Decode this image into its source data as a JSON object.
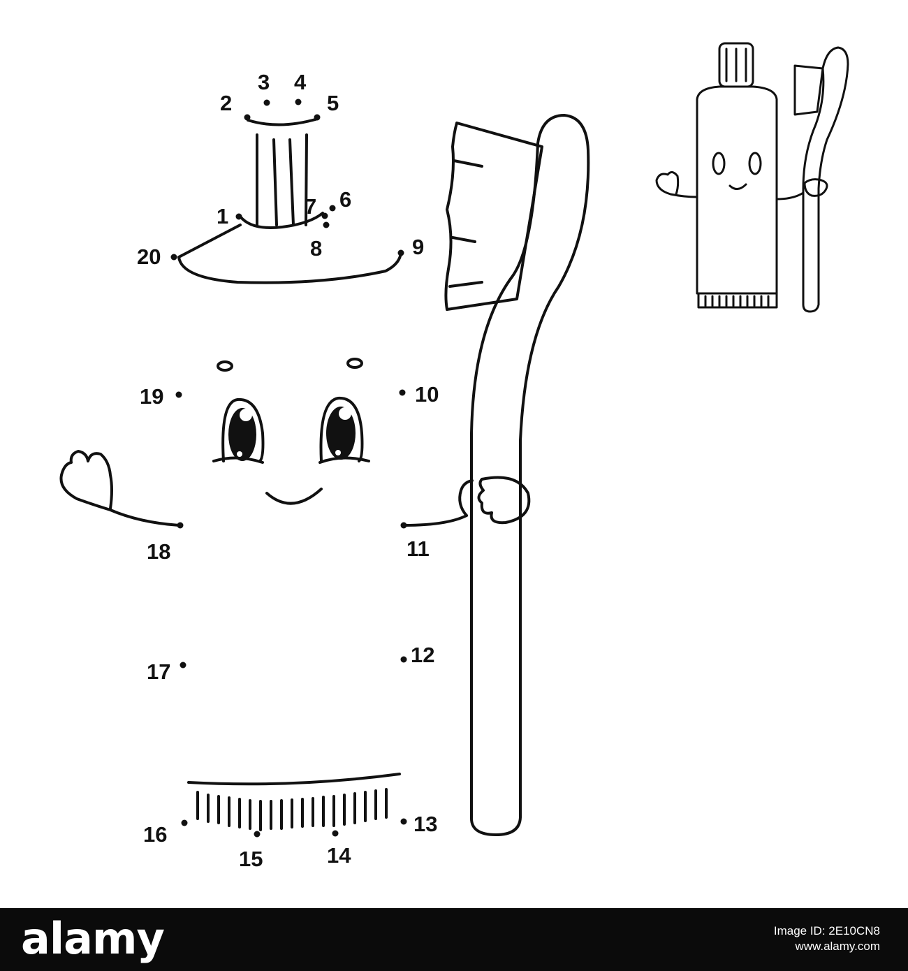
{
  "dot_numbers": [
    "1",
    "2",
    "3",
    "4",
    "5",
    "6",
    "7",
    "8",
    "9",
    "10",
    "11",
    "12",
    "13",
    "14",
    "15",
    "16",
    "17",
    "18",
    "19",
    "20"
  ],
  "footer": {
    "brand": "alamy",
    "image_id_label": "Image ID: 2E10CN8",
    "site": "www.alamy.com"
  },
  "colors": {
    "line": "#111111",
    "background": "#ffffff",
    "footer_background": "#0b0b0b",
    "footer_text": "#ffffff"
  }
}
